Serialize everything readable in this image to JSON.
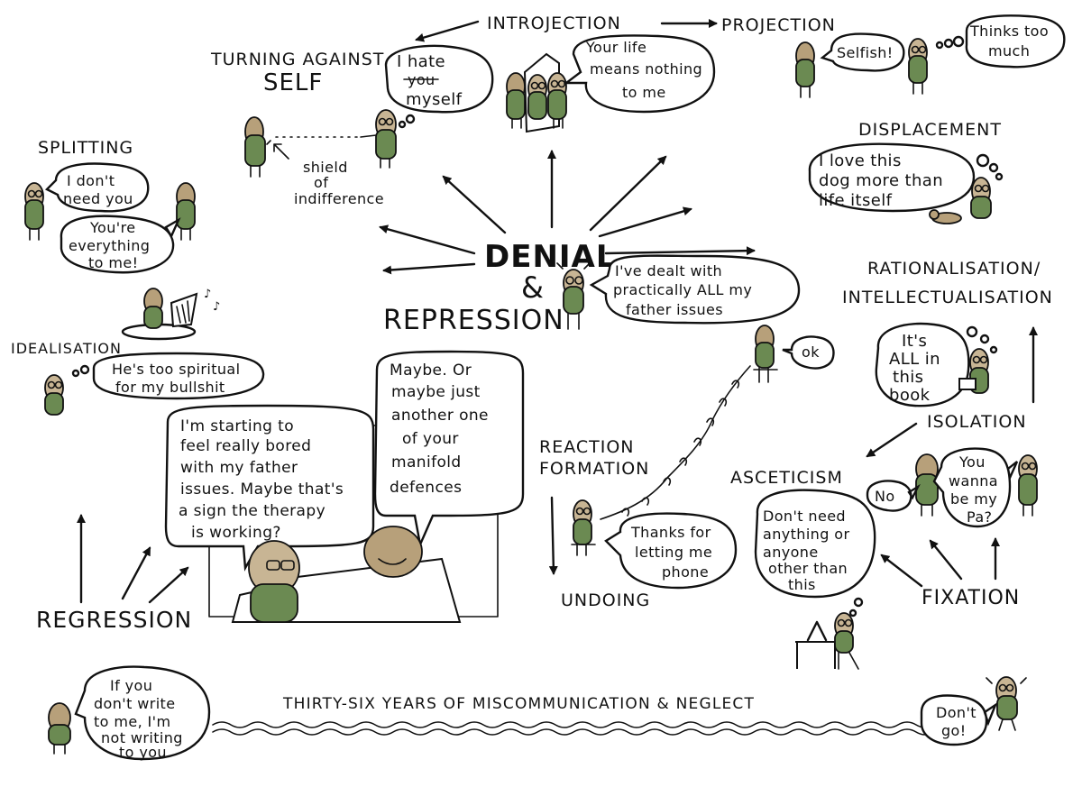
{
  "labels": {
    "introjection": "INTROJECTION",
    "projection": "PROJECTION",
    "turning_against_self_1": "TURNING AGAINST",
    "turning_against_self_2": "SELF",
    "splitting": "SPLITTING",
    "displacement": "DISPLACEMENT",
    "denial": "DENIAL",
    "ampersand": "&",
    "repression": "REPRESSION",
    "rationalisation_1": "RATIONALISATION/",
    "rationalisation_2": "INTELLECTUALISATION",
    "idealisation": "IDEALISATION",
    "isolation": "ISOLATION",
    "reaction_formation_1": "REACTION",
    "reaction_formation_2": "FORMATION",
    "asceticism": "ASCETICISM",
    "undoing": "UNDOING",
    "fixation": "FIXATION",
    "regression": "REGRESSION",
    "timeline": "THIRTY-SIX YEARS OF MISCOMMUNICATION & NEGLECT",
    "shield_1": "shield",
    "shield_2": "of",
    "shield_3": "indifference"
  },
  "bubbles": {
    "hate_1": "I hate",
    "hate_struck": "you",
    "hate_2": "myself",
    "life_1": "Your life",
    "life_2": "means nothing",
    "life_3": "to me",
    "selfish": "Selfish!",
    "thinks_1": "Thinks too",
    "thinks_2": "much",
    "dont_need_1": "I don't",
    "dont_need_2": "need you",
    "everything_1": "You're",
    "everything_2": "everything",
    "everything_3": "to me!",
    "dog_1": "I love this",
    "dog_2": "dog more than",
    "dog_3": "life itself",
    "dealt_1": "I've dealt with",
    "dealt_2": "practically ALL my",
    "dealt_3": "father issues",
    "ok": "ok",
    "book_1": "It's",
    "book_2": "ALL in",
    "book_3": "this",
    "book_4": "book",
    "spiritual_1": "He's too spiritual",
    "spiritual_2": "for my bullshit",
    "bored_1": "I'm starting to",
    "bored_2": "feel really bored",
    "bored_3": "with my father",
    "bored_4": "issues. Maybe that's",
    "bored_5": "a sign the therapy",
    "bored_6": "is working?",
    "maybe_1": "Maybe. Or",
    "maybe_2": "maybe just",
    "maybe_3": "another one",
    "maybe_4": "of your",
    "maybe_5": "manifold",
    "maybe_6": "defences",
    "no": "No",
    "pa_1": "You",
    "pa_2": "wanna",
    "pa_3": "be my",
    "pa_4": "Pa?",
    "thanks_1": "Thanks for",
    "thanks_2": "letting me",
    "thanks_3": "phone",
    "ascetic_1": "Don't need",
    "ascetic_2": "anything or",
    "ascetic_3": "anyone",
    "ascetic_4": "other than",
    "ascetic_5": "this",
    "write_1": "If you",
    "write_2": "don't write",
    "write_3": "to me, I'm",
    "write_4": "not writing",
    "write_5": "to you",
    "dont_go_1": "Don't",
    "dont_go_2": "go!"
  },
  "colors": {
    "ink": "#111111",
    "body": "#6b8a52",
    "skin": "#c8b594",
    "paper": "#ffffff"
  }
}
